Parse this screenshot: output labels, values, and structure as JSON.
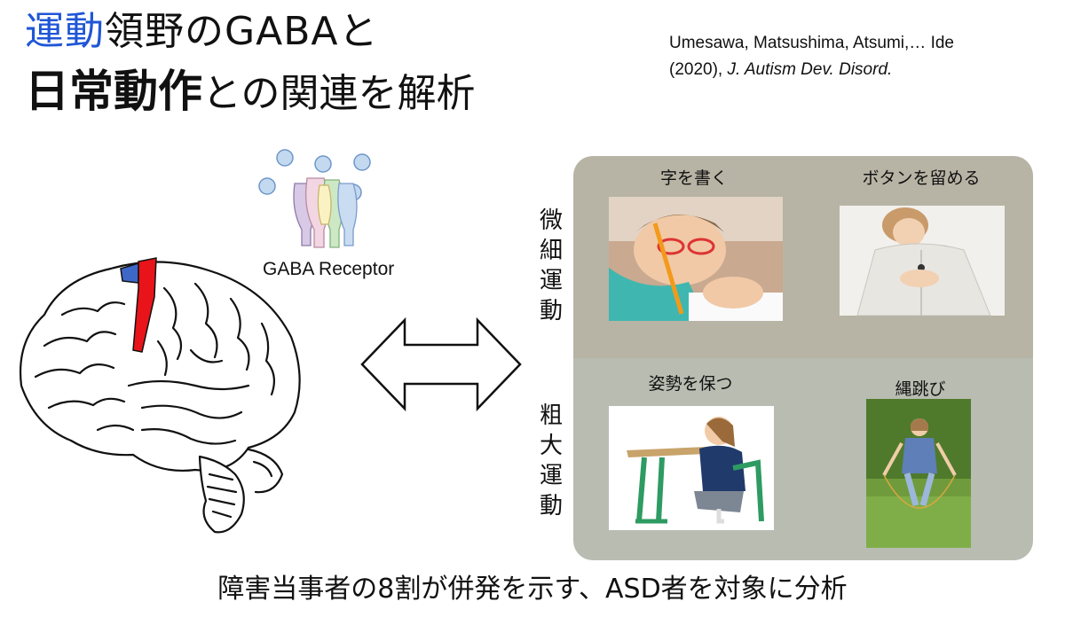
{
  "title": {
    "line1_highlight": "運動",
    "line1_rest": "領野のGABAと",
    "line2_bold": "日常動作",
    "line2_rest": "との関連を解析"
  },
  "citation": {
    "authors": "Umesawa, Matsushima, Atsumi,… Ide",
    "year": "(2020), ",
    "journal": "J. Autism Dev. Disord."
  },
  "receptor_label": "GABA Receptor",
  "panel": {
    "fine_motor_label": "微細運動",
    "gross_motor_label": "粗大運動",
    "captions": {
      "writing": "字を書く",
      "buttoning": "ボタンを留める",
      "posture": "姿勢を保つ",
      "jump_rope": "縄跳び"
    }
  },
  "bottom_text": "障害当事者の8割が併発を示す、ASD者を対象に分析",
  "colors": {
    "title_accent": "#1f56d6",
    "motor_cortex_red": "#e8141a",
    "motor_cortex_blue": "#3d68c8",
    "fine_motor_bg": "#b8b4a5",
    "gross_motor_bg": "#b9bcb1"
  }
}
